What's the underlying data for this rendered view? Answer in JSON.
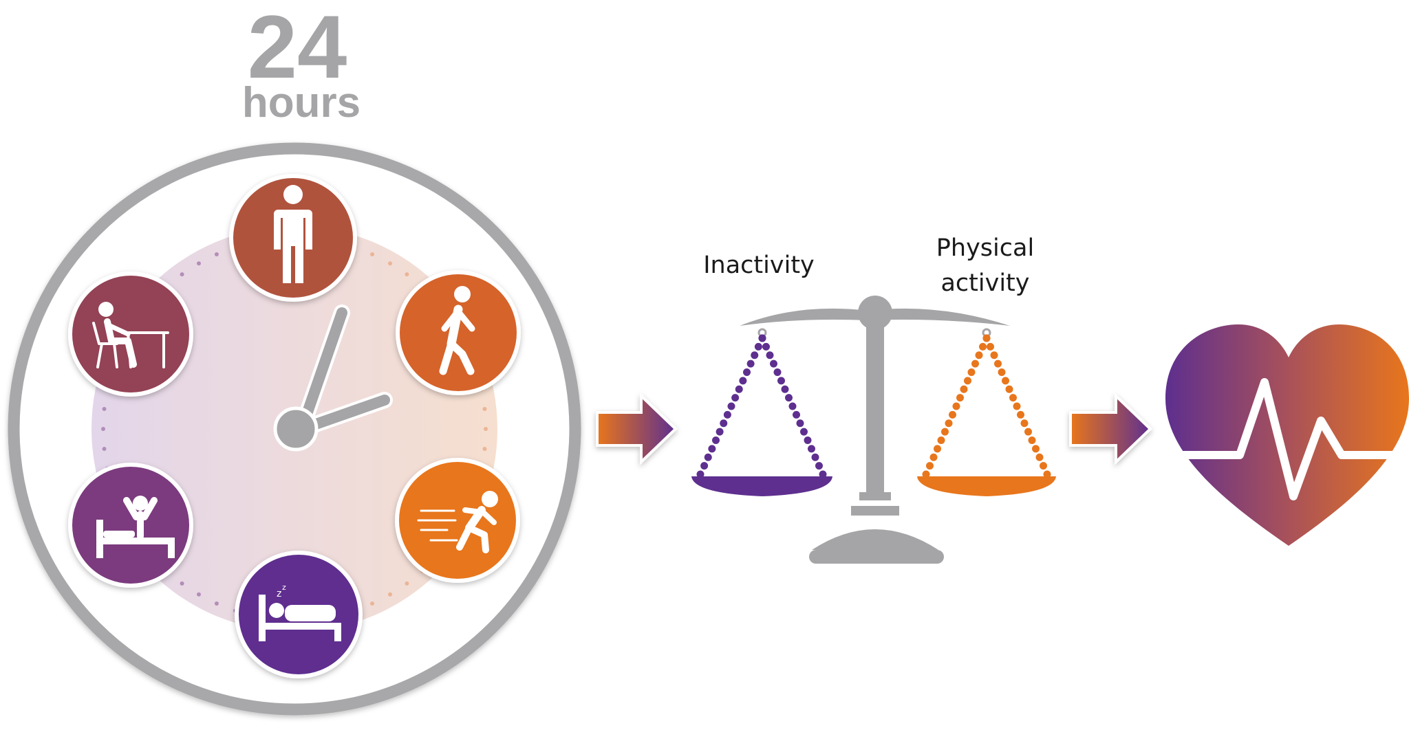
{
  "clock": {
    "title_number": "24",
    "title_unit": "hours"
  },
  "scale": {
    "left_label": "Inactivity",
    "right_label_line1": "Physical",
    "right_label_line2": "activity"
  },
  "icons": {
    "top": "standing-person-icon",
    "upper_right": "walking-person-icon",
    "lower_right": "running-person-icon",
    "bottom": "sleeping-person-icon",
    "lower_left": "waking-up-person-icon",
    "upper_left": "sitting-at-desk-icon"
  },
  "colors": {
    "purple": "#5e2f8f",
    "orange": "#e8761c",
    "rust": "#b0533d",
    "gray": "#a5a5a7"
  }
}
